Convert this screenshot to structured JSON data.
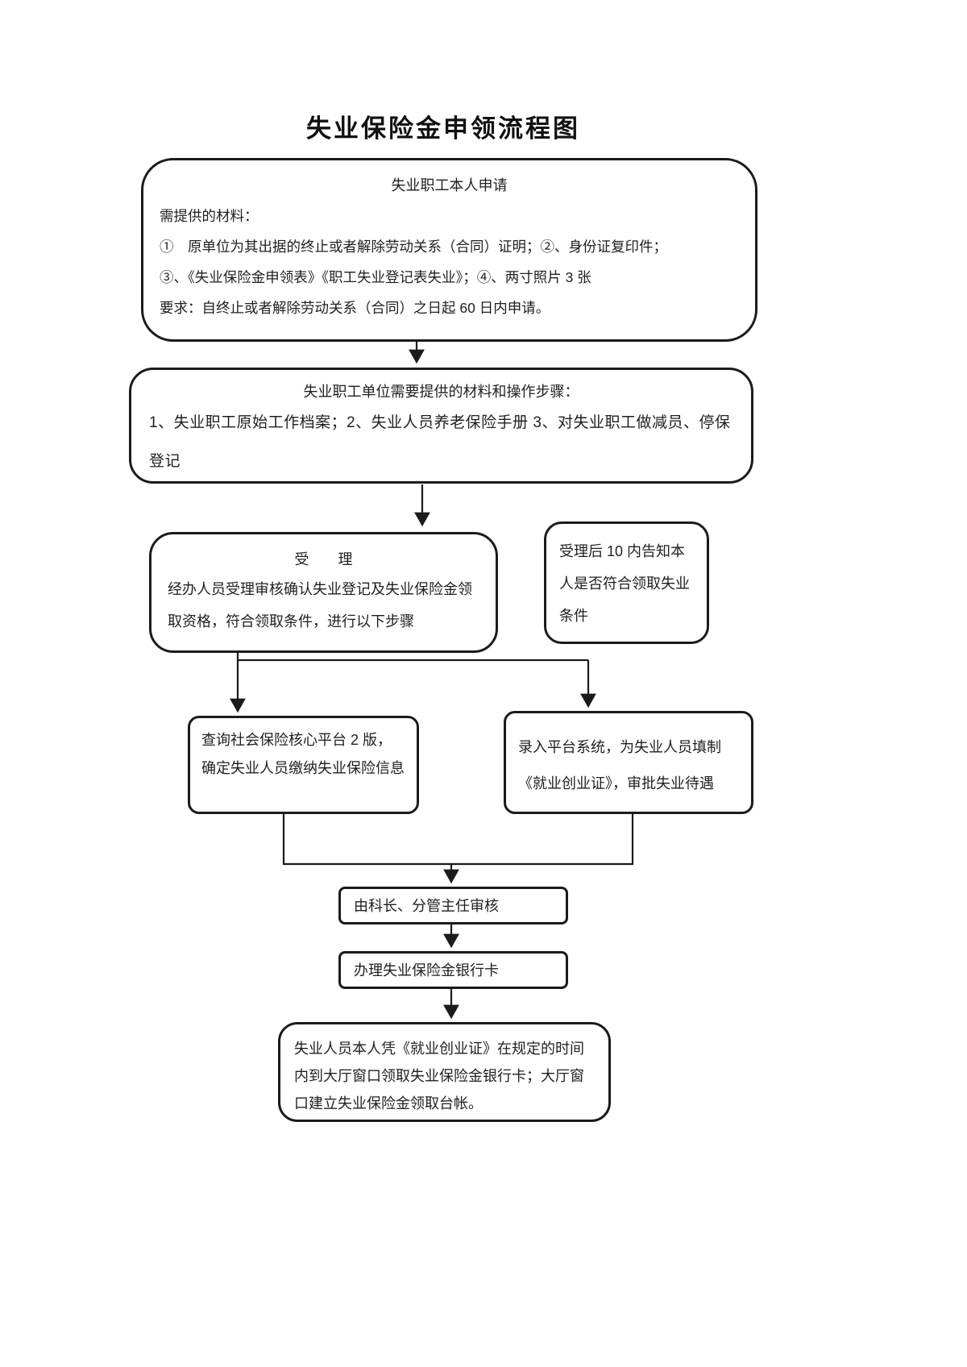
{
  "title": "失业保险金申领流程图",
  "boxes": {
    "applicant": {
      "heading": "失业职工本人申请",
      "line1": "需提供的材料：",
      "line2": "①　原单位为其出据的终止或者解除劳动关系（合同）证明；②、身份证复印件；",
      "line3": "③、《失业保险金申领表》《职工失业登记表失业》；④、两寸照片 3 张",
      "line4": "要求：自终止或者解除劳动关系（合同）之日起 60 日内申请。"
    },
    "employer": {
      "heading": "失业职工单位需要提供的材料和操作步骤：",
      "body": "1、失业职工原始工作档案；2、失业人员养老保险手册 3、对失业职工做减员、停保登记"
    },
    "acceptance": {
      "heading": "受　　理",
      "body": "经办人员受理审核确认失业登记及失业保险金领取资格，符合领取条件，进行以下步骤"
    },
    "notify": {
      "body": "受理后 10 内告知本人是否符合领取失业条件"
    },
    "query": {
      "body": "查询社会保险核心平台 2 版，确定失业人员缴纳失业保险信息"
    },
    "entry": {
      "body": "录入平台系统，为失业人员填制《就业创业证》，审批失业待遇"
    },
    "review": {
      "body": "由科长、分管主任审核"
    },
    "bankcard": {
      "body": "办理失业保险金银行卡"
    },
    "final": {
      "body": "失业人员本人凭《就业创业证》在规定的时间内到大厅窗口领取失业保险金银行卡；大厅窗口建立失业保险金领取台帐。"
    }
  }
}
